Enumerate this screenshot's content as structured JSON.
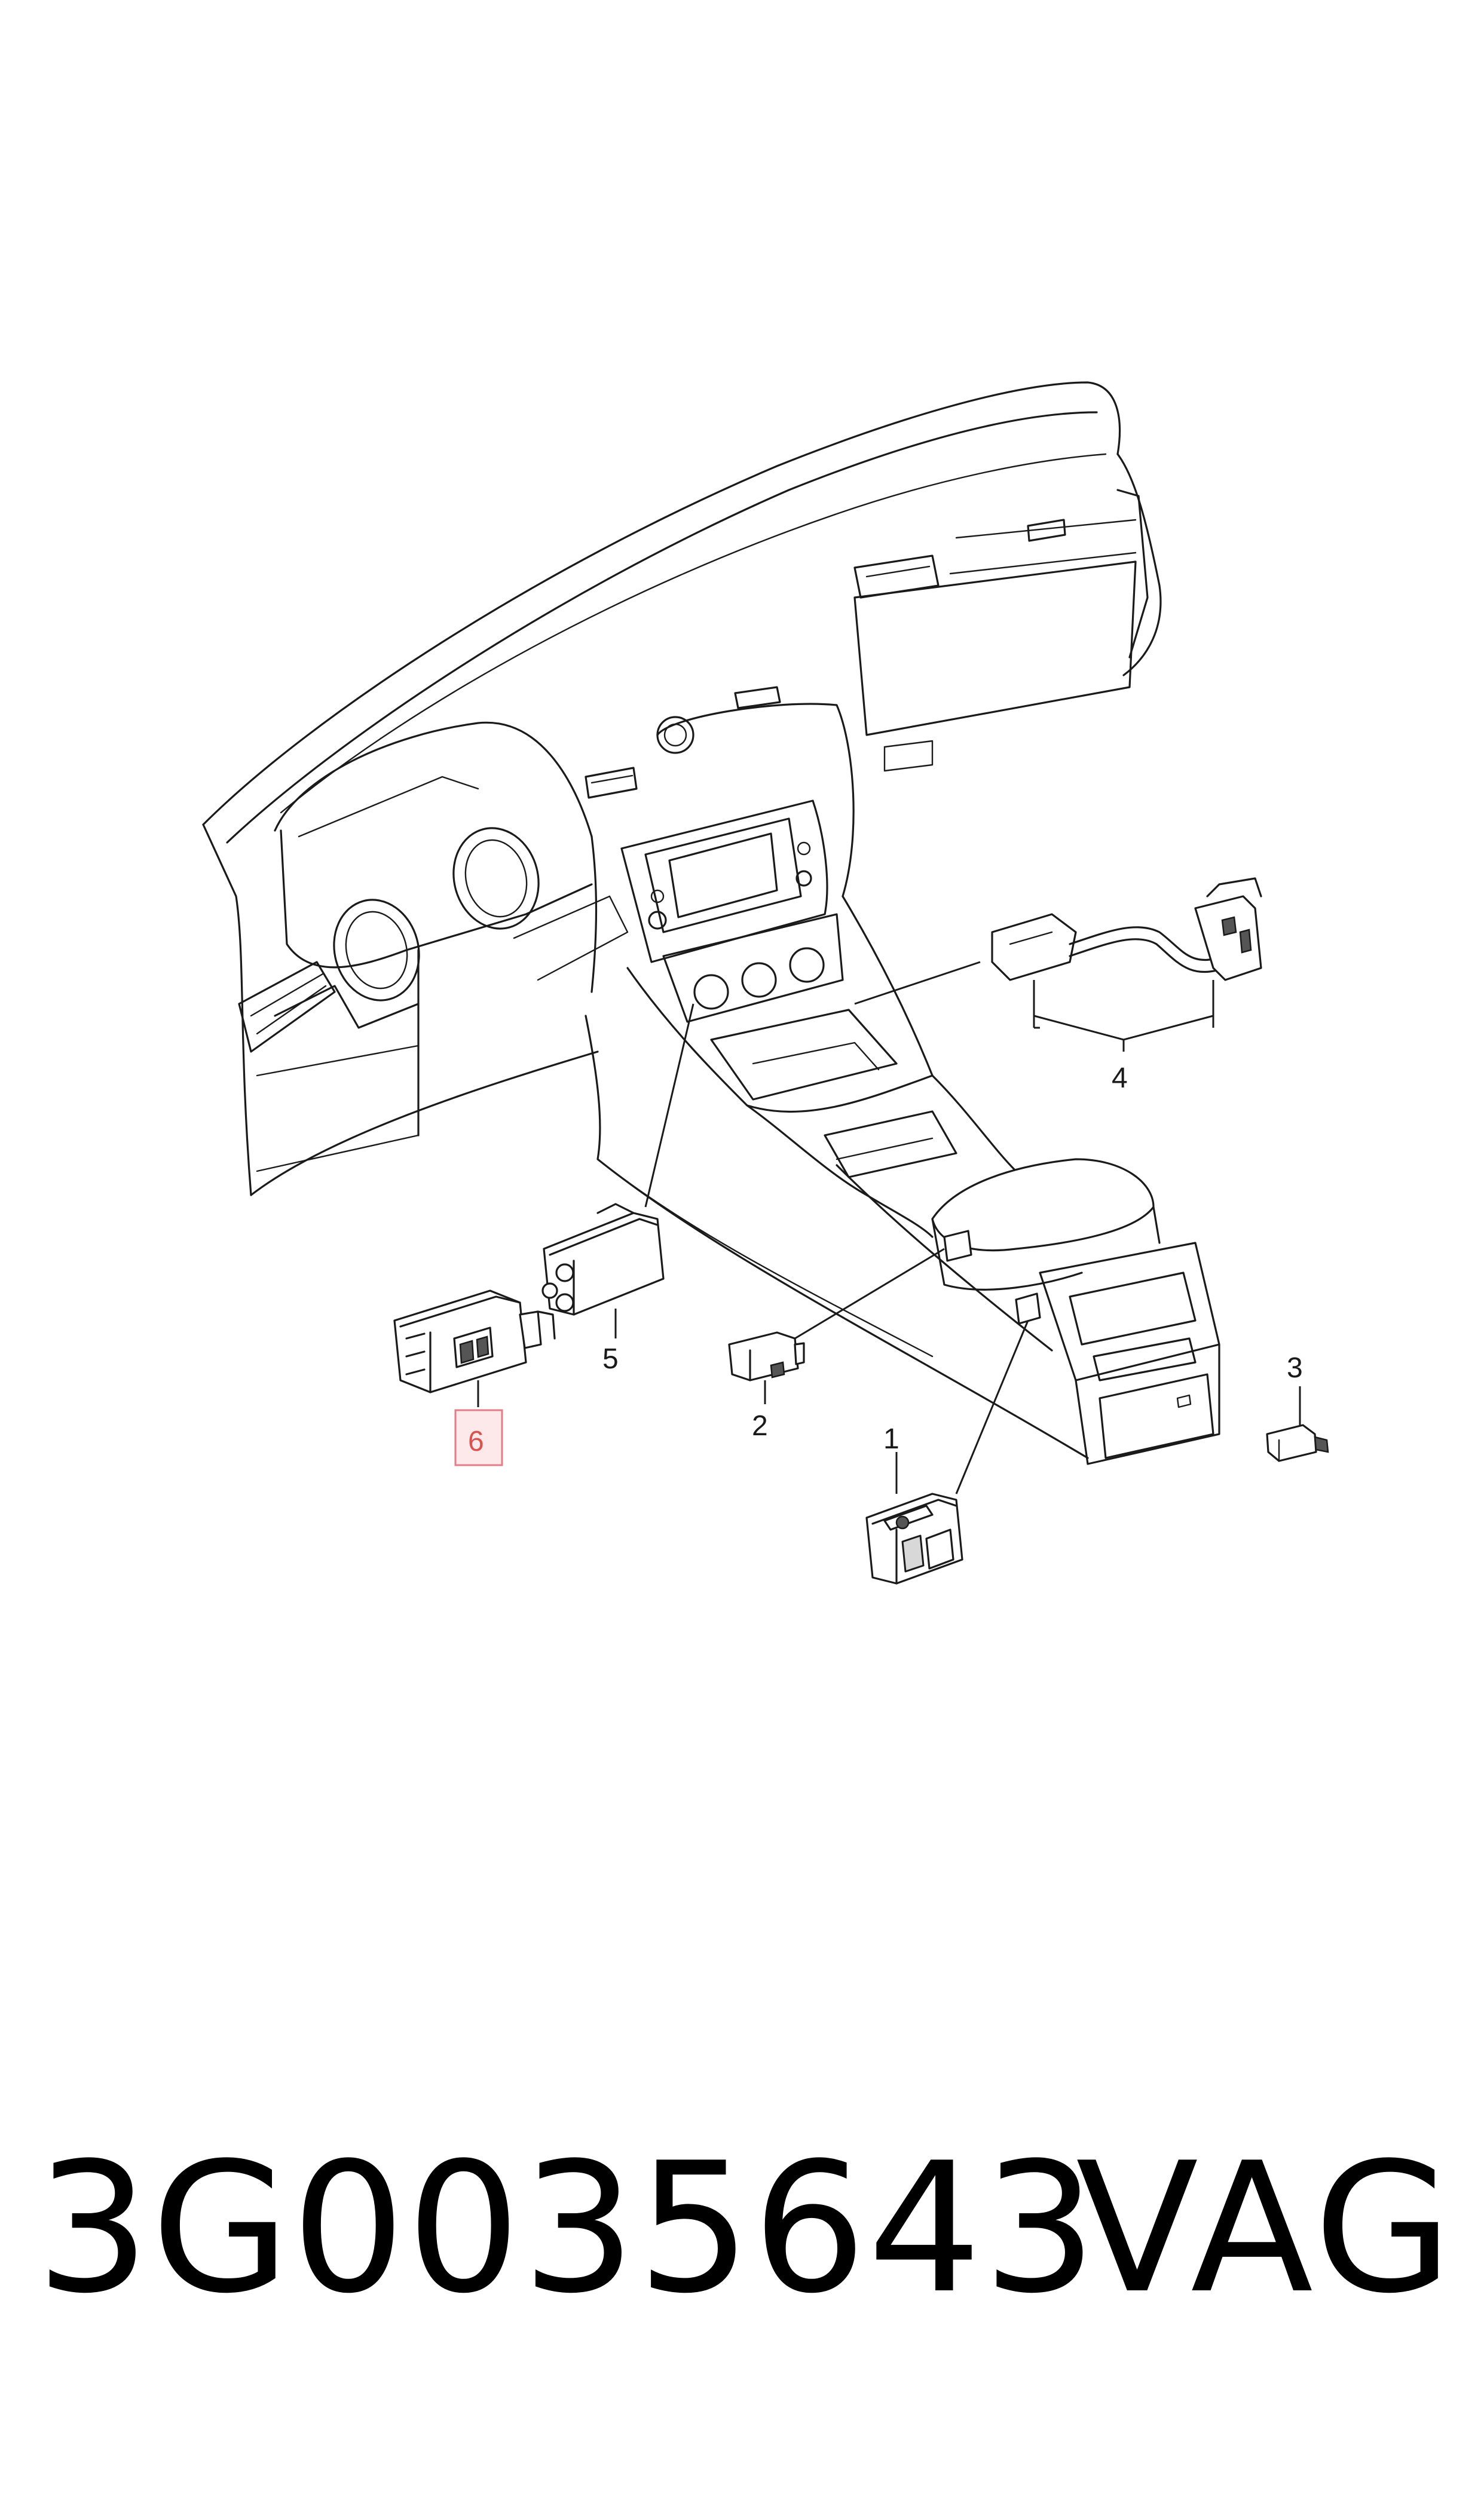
{
  "callouts": [
    "1",
    "2",
    "3",
    "4",
    "5",
    "6"
  ],
  "highlighted_callout": "6",
  "highlight_color": "#e07d87",
  "footer": {
    "part_number": "3G0035643",
    "brand": "VAG"
  }
}
